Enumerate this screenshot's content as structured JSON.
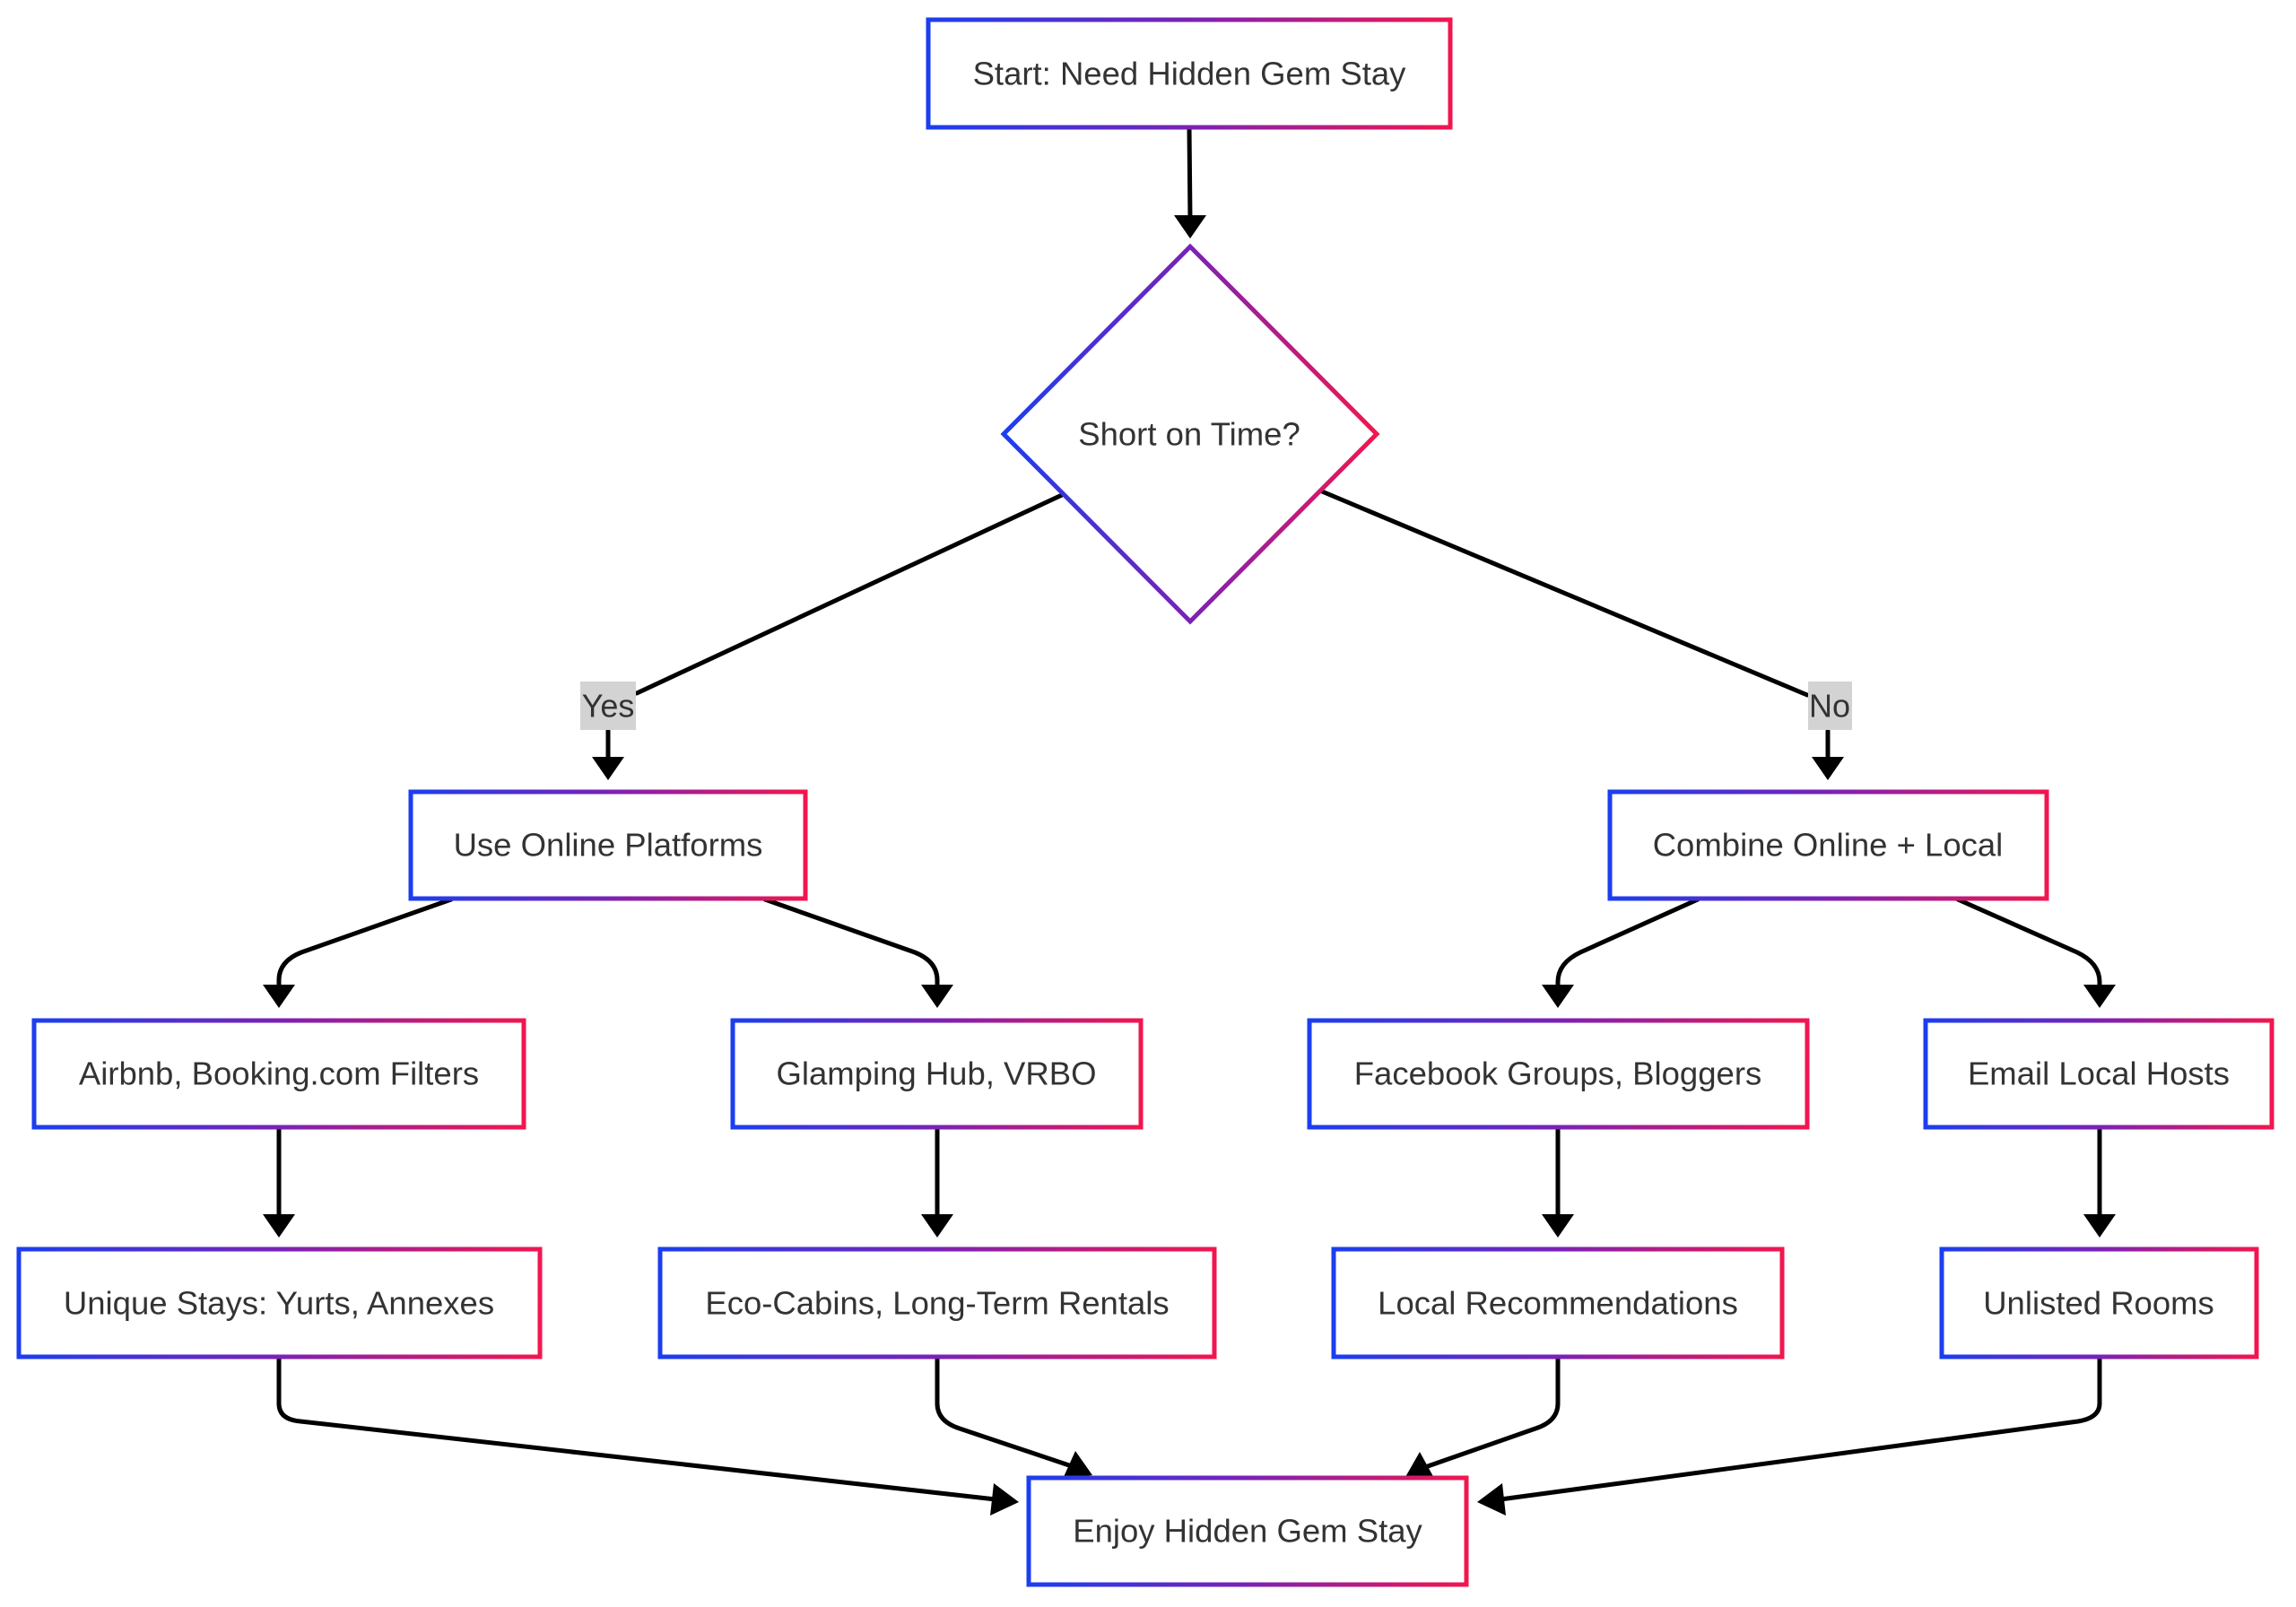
{
  "colors": {
    "gradient_start": "#1b3ef0",
    "gradient_mid": "#7a22b5",
    "gradient_end": "#f2164f",
    "edge": "#000000",
    "node_fill": "#ffffff",
    "text": "#333333",
    "edge_label_bg": "#d3d3d3"
  },
  "nodes": {
    "start": "Start: Need Hidden Gem Stay",
    "decision": "Short on Time?",
    "online": "Use Online Platforms",
    "combine": "Combine Online + Local",
    "airbnb": "Airbnb, Booking.com Filters",
    "glamping": "Glamping Hub, VRBO",
    "facebook": "Facebook Groups, Bloggers",
    "email": "Email Local Hosts",
    "unique": "Unique Stays: Yurts, Annexes",
    "eco": "Eco-Cabins, Long-Term Rentals",
    "local_recs": "Local Recommendations",
    "unlisted": "Unlisted Rooms",
    "end": "Enjoy Hidden Gem Stay"
  },
  "edge_labels": {
    "yes": "Yes",
    "no": "No"
  }
}
